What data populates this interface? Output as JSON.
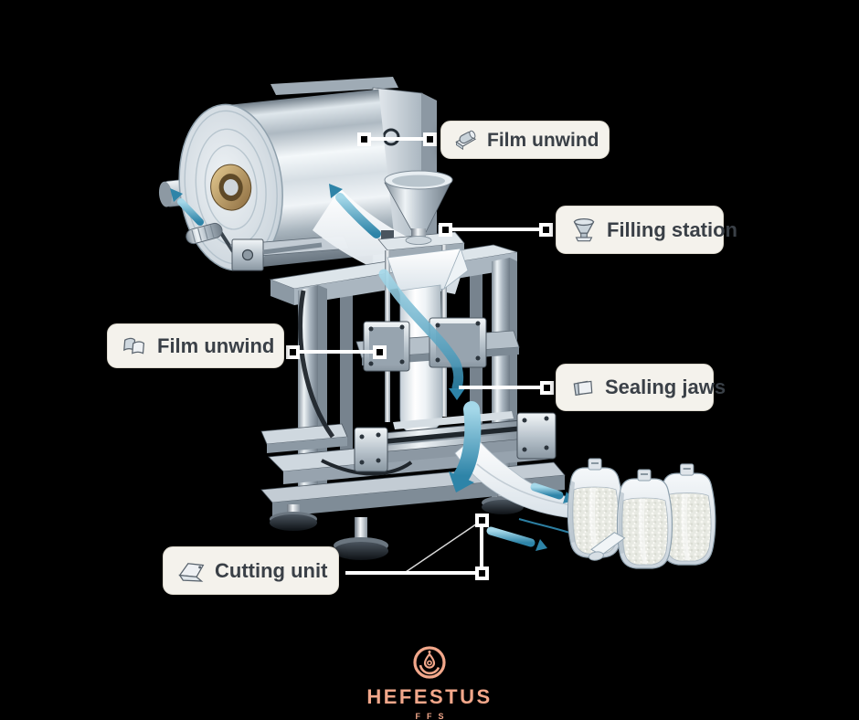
{
  "diagram": {
    "subject": "vertical form-fill-seal packaging machine",
    "callouts": {
      "film_unwind_top": {
        "label": "Film unwind",
        "icon": "film-roll-icon"
      },
      "filling_station": {
        "label": "Filling station",
        "icon": "hopper-icon"
      },
      "film_unwind_left": {
        "label": "Film unwind",
        "icon": "film-sheets-icon"
      },
      "sealing_jaws": {
        "label": "Sealing jaws",
        "icon": "sealing-pads-icon"
      },
      "cutting_unit": {
        "label": "Cutting unit",
        "icon": "cutter-icon"
      }
    }
  },
  "brand": {
    "name": "HEFESTUS",
    "subtitle": "FFS",
    "color": "#F2A78A"
  },
  "style": {
    "background": "#000000",
    "label_bg": "#F4F2EC",
    "label_text": "#3A4047",
    "connector_color": "#FFFFFF",
    "arrow_color": "#4FA6C6",
    "steel_light": "#EEF3F6",
    "steel_mid": "#AAB6C0",
    "steel_dark": "#6F7B86"
  }
}
